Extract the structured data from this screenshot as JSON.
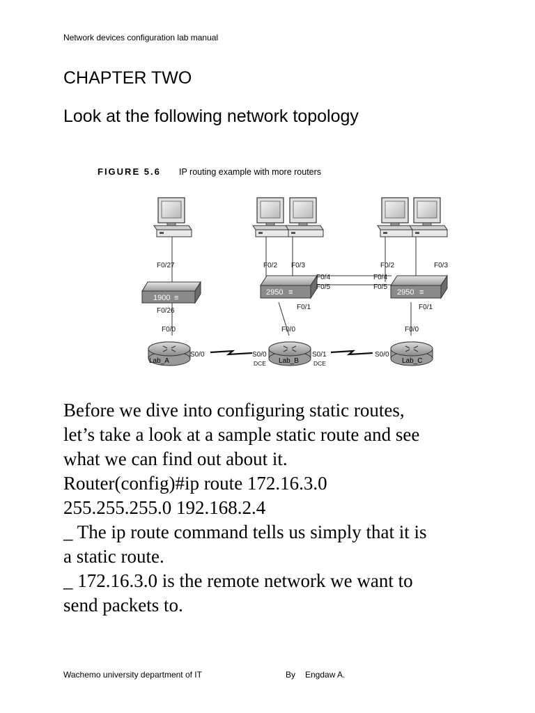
{
  "header": {
    "text": "Network devices configuration lab manual"
  },
  "chapter_title": "CHAPTER TWO",
  "intro": "Look at the following network topology",
  "figure": {
    "label": "FIGURE 5.6",
    "caption": "IP routing example with more routers",
    "switches": [
      {
        "model": "1900",
        "ports": [
          "F0/27",
          "F0/26"
        ]
      },
      {
        "model": "2950",
        "ports": [
          "F0/2",
          "F0/3",
          "F0/4",
          "F0/5",
          "F0/1"
        ]
      },
      {
        "model": "2950",
        "ports": [
          "F0/2",
          "F0/3",
          "F0/4",
          "F0/5",
          "F0/1"
        ]
      }
    ],
    "routers": [
      {
        "name": "Lab_A",
        "ports": [
          "F0/0",
          "S0/0"
        ]
      },
      {
        "name": "Lab_B",
        "ports": [
          "F0/0",
          "S0/0",
          "DCE",
          "S0/1",
          "DCE"
        ]
      },
      {
        "name": "Lab_C",
        "ports": [
          "F0/0",
          "S0/0"
        ]
      }
    ]
  },
  "body_lines": [
    "Before we dive into configuring static routes,",
    "let’s take a look at a sample static route and see",
    "what we can find out about it.",
    "Router(config)#ip route 172.16.3.0",
    "255.255.255.0 192.168.2.4",
    "_ The ip route command tells us simply that it is",
    "a static route.",
    "_ 172.16.3.0 is the remote network we want to",
    "send packets to."
  ],
  "footer": {
    "department": "Wachemo university department of IT",
    "by": "By",
    "author": "Engdaw A."
  }
}
